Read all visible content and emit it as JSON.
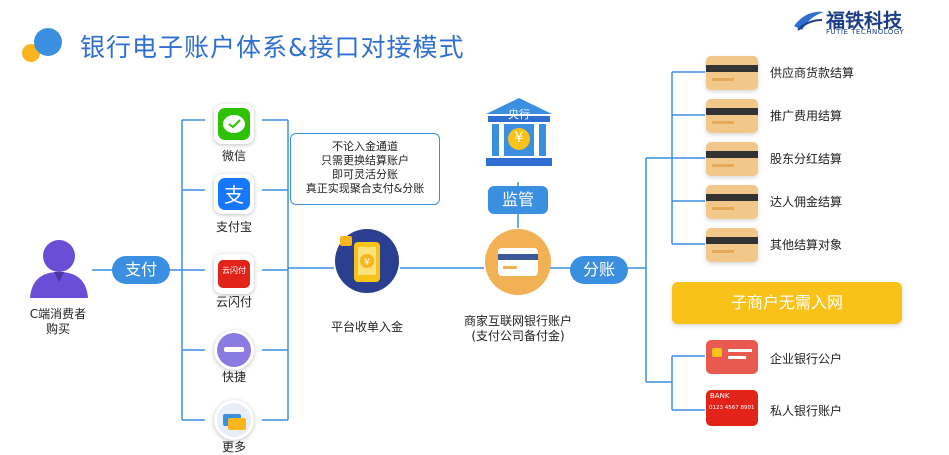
{
  "title": "银行电子账户体系&接口对接模式",
  "brand": {
    "name": "福铁科技",
    "sub": "FUTIE TECHNOLOGY"
  },
  "consumer": {
    "line1": "C端消费者",
    "line2": "购买"
  },
  "pay_label": "支付",
  "channels": [
    {
      "label": "微信",
      "icon": "wechat-icon"
    },
    {
      "label": "支付宝",
      "icon": "alipay-icon"
    },
    {
      "label": "云闪付",
      "icon": "unionpay-quickpass-icon",
      "icon_text": "云闪付"
    },
    {
      "label": "快捷",
      "icon": "quick-pay-icon"
    },
    {
      "label": "更多",
      "icon": "more-icon"
    }
  ],
  "note": [
    "不论入金通道",
    "只需更换结算账户",
    "即可灵活分账",
    "真正实现聚合支付&分账"
  ],
  "platform_label": "平台收单入金",
  "central_bank": {
    "sign": "央行",
    "symbol": "¥"
  },
  "supervise_label": "监管",
  "merchant": {
    "line1": "商家互联网银行账户",
    "line2": "(支付公司备付金)"
  },
  "split_label": "分账",
  "settlements": [
    "供应商货款结算",
    "推广费用结算",
    "股东分红结算",
    "达人佣金结算",
    "其他结算对象"
  ],
  "banner": "子商户无需入网",
  "bank_accounts": [
    {
      "label": "企业银行公户",
      "icon": "corporate-card-icon"
    },
    {
      "label": "私人银行账户",
      "icon": "personal-card-icon",
      "card_brand": "BANK",
      "card_number": "0123 4567 8901"
    }
  ],
  "colors": {
    "accent": "#3b8fe0",
    "title": "#2f6fd1",
    "card": "#f1c78a",
    "banner": "#f8c219",
    "consumer": "#6a4fd6"
  }
}
